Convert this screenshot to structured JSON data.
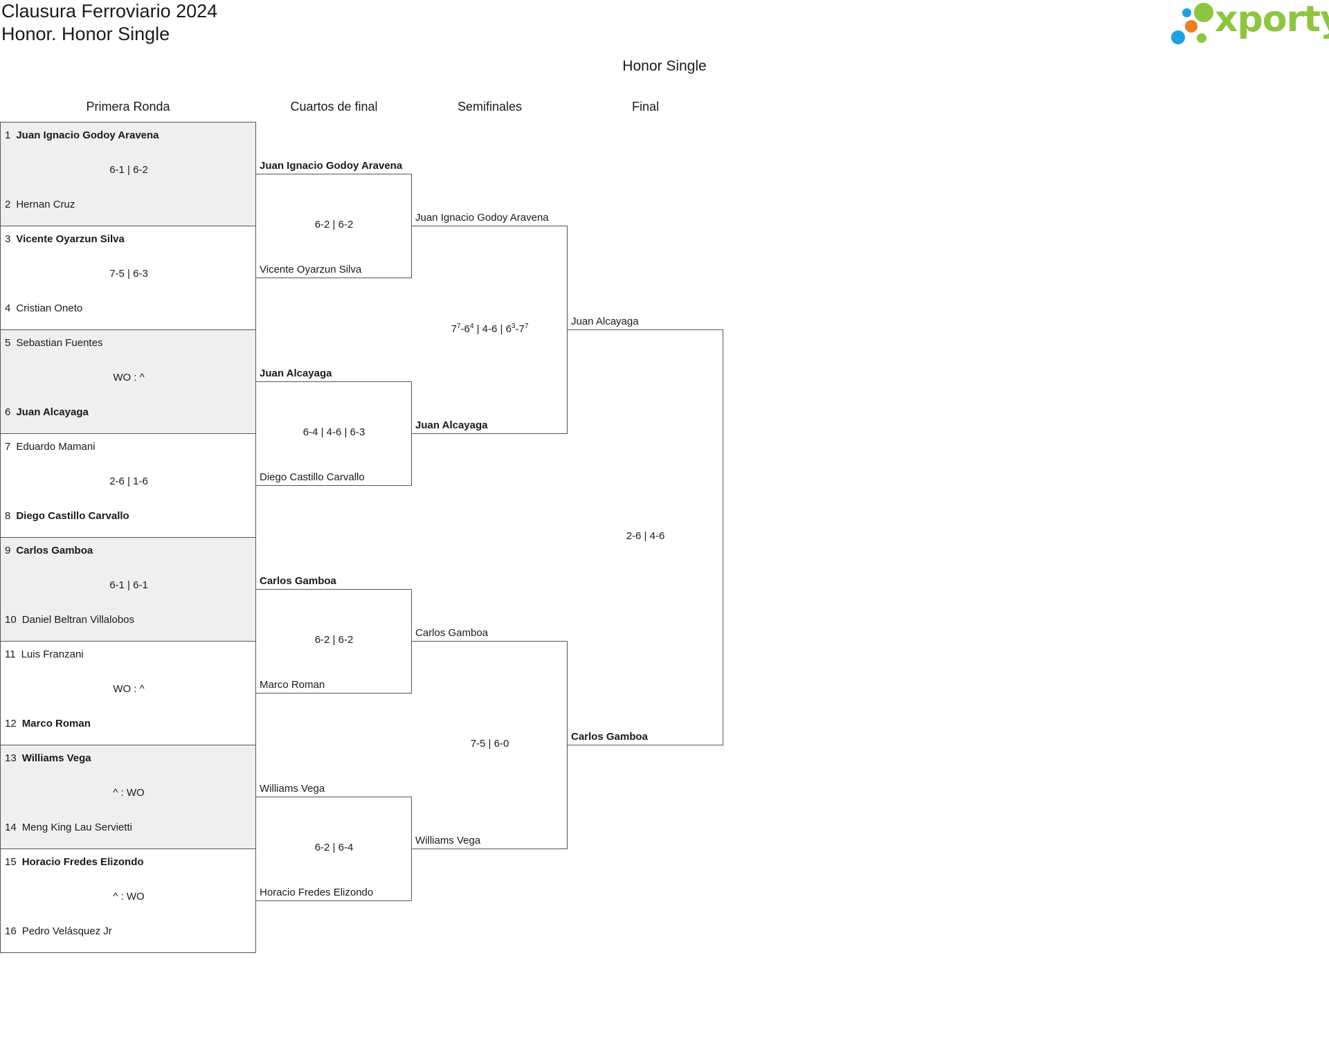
{
  "header": {
    "tournament": "Clausura Ferroviario 2024",
    "category": "Honor. Honor Single"
  },
  "brand": {
    "logo_text": "xporty",
    "colors": {
      "green": "#8dc63f",
      "orange": "#f07c22",
      "blue": "#1aa3e0"
    }
  },
  "draw_title": "Honor Single",
  "rounds": [
    "Primera Ronda",
    "Cuartos de final",
    "Semifinales",
    "Final"
  ],
  "first_round": [
    {
      "p1": {
        "seed": "1",
        "name": "Juan Ignacio Godoy Aravena",
        "winner": true
      },
      "p2": {
        "seed": "2",
        "name": "Hernan Cruz",
        "winner": false
      },
      "score": "6-1 | 6-2",
      "shaded": true
    },
    {
      "p1": {
        "seed": "3",
        "name": "Vicente Oyarzun Silva",
        "winner": true
      },
      "p2": {
        "seed": "4",
        "name": "Cristian Oneto",
        "winner": false
      },
      "score": "7-5 | 6-3",
      "shaded": false
    },
    {
      "p1": {
        "seed": "5",
        "name": "Sebastian Fuentes",
        "winner": false
      },
      "p2": {
        "seed": "6",
        "name": "Juan Alcayaga",
        "winner": true
      },
      "score": "WO : ^",
      "shaded": true
    },
    {
      "p1": {
        "seed": "7",
        "name": "Eduardo Mamani",
        "winner": false
      },
      "p2": {
        "seed": "8",
        "name": "Diego Castillo Carvallo",
        "winner": true
      },
      "score": "2-6 | 1-6",
      "shaded": false
    },
    {
      "p1": {
        "seed": "9",
        "name": "Carlos Gamboa",
        "winner": true
      },
      "p2": {
        "seed": "10",
        "name": "Daniel Beltran Villalobos",
        "winner": false
      },
      "score": "6-1 | 6-1",
      "shaded": true
    },
    {
      "p1": {
        "seed": "11",
        "name": "Luis Franzani",
        "winner": false
      },
      "p2": {
        "seed": "12",
        "name": "Marco Roman",
        "winner": true
      },
      "score": "WO : ^",
      "shaded": false
    },
    {
      "p1": {
        "seed": "13",
        "name": "Williams Vega",
        "winner": true
      },
      "p2": {
        "seed": "14",
        "name": "Meng King Lau Servietti",
        "winner": false
      },
      "score": "^ : WO",
      "shaded": true
    },
    {
      "p1": {
        "seed": "15",
        "name": "Horacio Fredes Elizondo",
        "winner": true
      },
      "p2": {
        "seed": "16",
        "name": "Pedro Velásquez Jr",
        "winner": false
      },
      "score": "^ : WO",
      "shaded": false
    }
  ],
  "quarterfinals": [
    {
      "top": "Juan Ignacio Godoy Aravena",
      "top_win": true,
      "bottom": "Vicente Oyarzun Silva",
      "bottom_win": false,
      "score": "6-2 | 6-2"
    },
    {
      "top": "Juan Alcayaga",
      "top_win": true,
      "bottom": "Diego Castillo Carvallo",
      "bottom_win": false,
      "score": "6-4 | 4-6 | 6-3"
    },
    {
      "top": "Carlos Gamboa",
      "top_win": true,
      "bottom": "Marco Roman",
      "bottom_win": false,
      "score": "6-2 | 6-2"
    },
    {
      "top": "Williams Vega",
      "top_win": false,
      "bottom": "Horacio Fredes Elizondo",
      "bottom_win": false,
      "score": "6-2 | 6-4"
    }
  ],
  "semifinals": [
    {
      "top": "Juan Ignacio Godoy Aravena",
      "top_win": false,
      "bottom": "Juan Alcayaga",
      "bottom_win": true,
      "score_parts": [
        [
          "7",
          "7"
        ],
        [
          "-6",
          "4"
        ],
        [
          " | 4-6 | 6",
          "3"
        ],
        [
          "-7",
          "7"
        ]
      ]
    },
    {
      "top": "Carlos Gamboa",
      "top_win": false,
      "bottom": "Williams Vega",
      "bottom_win": false,
      "score": "7-5 | 6-0"
    }
  ],
  "final": {
    "top": "Juan Alcayaga",
    "top_win": false,
    "bottom": "Carlos Gamboa",
    "bottom_win": true,
    "score": "2-6 | 4-6"
  }
}
